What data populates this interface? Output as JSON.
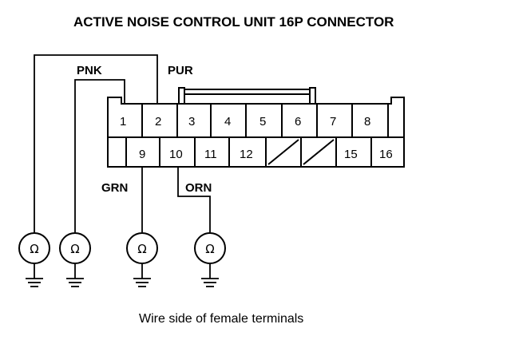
{
  "title": "ACTIVE NOISE CONTROL UNIT 16P CONNECTOR",
  "caption": "Wire side of female terminals",
  "wires": {
    "pnk": "PNK",
    "pur": "PUR",
    "grn": "GRN",
    "orn": "ORN"
  },
  "top_row_pins": [
    "1",
    "2",
    "3",
    "4",
    "5",
    "6",
    "7",
    "8"
  ],
  "bottom_row_pins": [
    "9",
    "10",
    "11",
    "12",
    "15",
    "16"
  ],
  "ohm_symbol": "Ω"
}
